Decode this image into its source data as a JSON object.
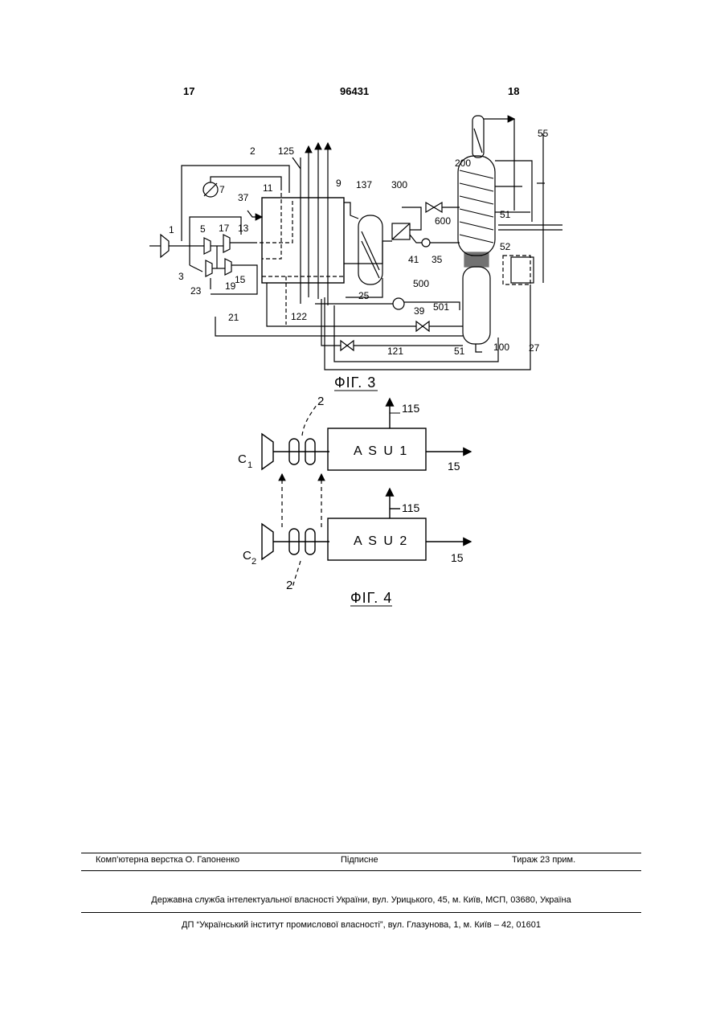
{
  "header": {
    "page_left": "17",
    "patent_number": "96431",
    "page_right": "18"
  },
  "figure3": {
    "caption": "ФІГ. 3",
    "labels": {
      "l1": "1",
      "l2": "2",
      "l3": "3",
      "l5": "5",
      "l7": "7",
      "l9": "9",
      "l11": "11",
      "l13": "13",
      "l15": "15",
      "l17": "17",
      "l19": "19",
      "l21": "21",
      "l23": "23",
      "l25": "25",
      "l27": "27",
      "l35": "35",
      "l37": "37",
      "l39": "39",
      "l41": "41",
      "l51a": "51",
      "l51b": "51",
      "l52": "52",
      "l55": "55",
      "l100": "100",
      "l121": "121",
      "l122": "122",
      "l125": "125",
      "l137": "137",
      "l200": "200",
      "l300": "300",
      "l500": "500",
      "l501": "501",
      "l600": "600"
    }
  },
  "figure4": {
    "caption": "ФІГ. 4",
    "asu1": "A S U 1",
    "asu2": "A S U 2",
    "labels": {
      "c1": "C",
      "c1sub": "1",
      "c2": "C",
      "c2sub": "2",
      "two_top": "2",
      "two_bottom": "2",
      "out115_top": "115",
      "out115_bottom": "115",
      "out15_top": "15",
      "out15_bottom": "15"
    }
  },
  "footer": {
    "layout": "Комп’ютерна верстка О. Гапоненко",
    "signed": "Підписне",
    "circulation": "Тираж 23 прим.",
    "agency": "Державна служба інтелектуальної власності України, вул. Урицького, 45, м. Київ, МСП, 03680, Україна",
    "institute": "ДП “Український інститут промислової власності”, вул. Глазунова, 1, м. Київ – 42, 01601"
  }
}
